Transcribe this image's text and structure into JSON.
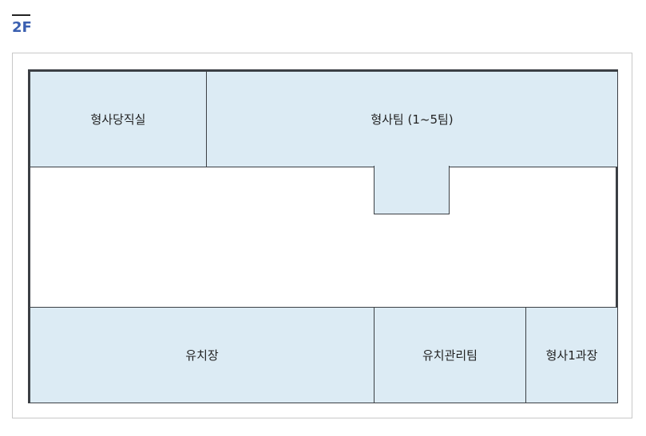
{
  "floor": {
    "label": "2F"
  },
  "rooms": {
    "detective_duty_room": "형사당직실",
    "detective_team": "형사팀 (1~5팀)",
    "holding_cell": "유치장",
    "holding_management_team": "유치관리팀",
    "detective_section_1": "형사1과장"
  },
  "colors": {
    "room_fill": "#dcebf4",
    "wall": "#3b3f44",
    "floor_label": "#3a5fb0"
  }
}
